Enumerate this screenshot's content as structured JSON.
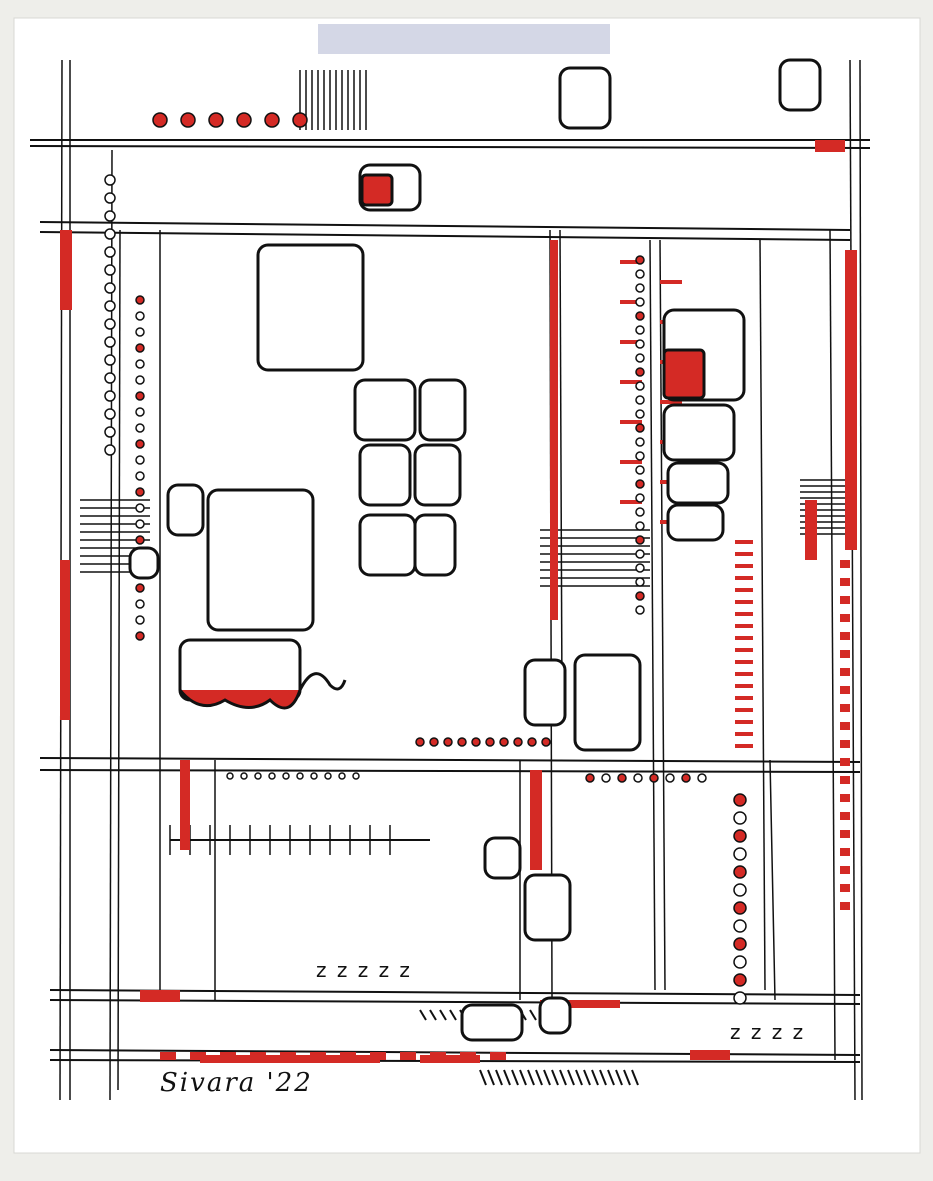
{
  "artwork": {
    "signature": "Sivara '22",
    "sleep_marks_center": "z z z z z",
    "sleep_marks_right": "z z z z"
  },
  "colors": {
    "paper": "#ffffff",
    "frame": "#eeeeea",
    "ink": "#111111",
    "accent": "#d42a25",
    "tape": "#c9cde0"
  }
}
